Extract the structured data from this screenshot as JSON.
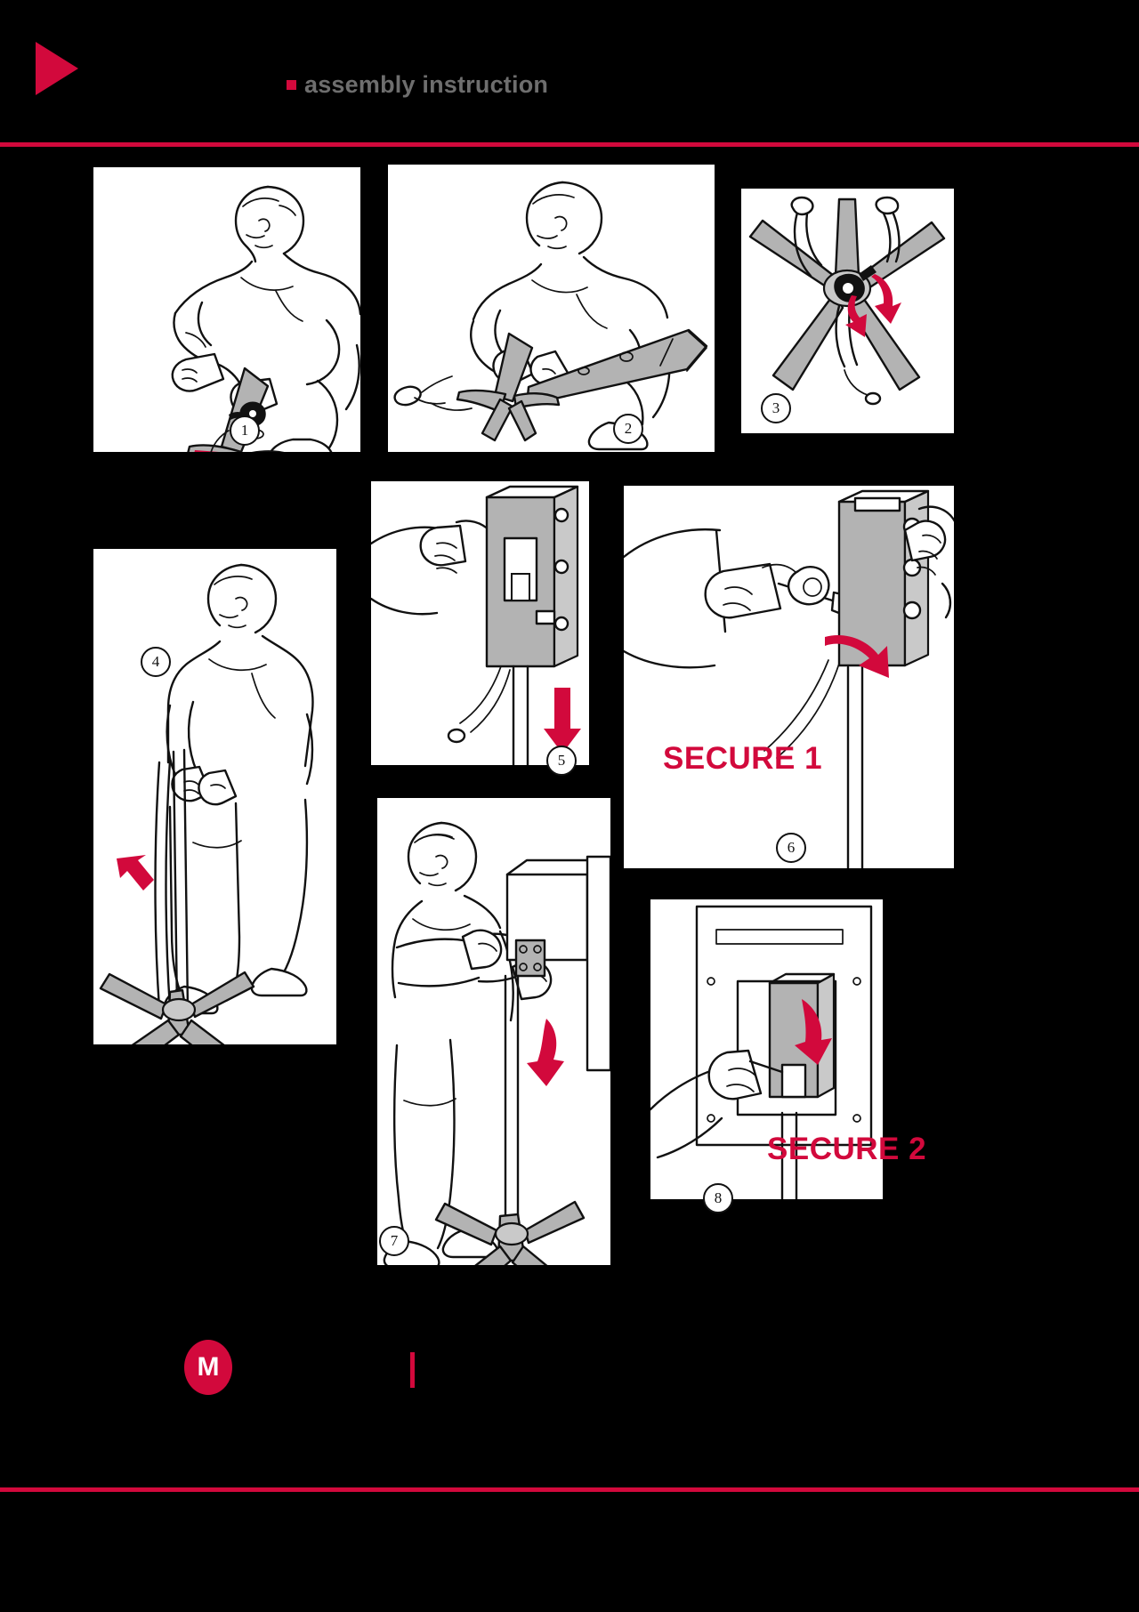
{
  "header": {
    "logo_icon": "play-triangle-icon",
    "bullet_icon": "square-bullet-icon",
    "title": "assembly instruction"
  },
  "colors": {
    "accent": "#D2093C",
    "background": "#000000",
    "panel": "#FFFFFF",
    "title_text": "#6E6E6E",
    "illustration_fill": "#B3B3B3"
  },
  "steps": [
    {
      "number": "1",
      "name": "step-1",
      "caption": ""
    },
    {
      "number": "2",
      "name": "step-2",
      "caption": ""
    },
    {
      "number": "3",
      "name": "step-3",
      "caption": ""
    },
    {
      "number": "4",
      "name": "step-4",
      "caption": ""
    },
    {
      "number": "5",
      "name": "step-5",
      "caption": ""
    },
    {
      "number": "6",
      "name": "step-6",
      "caption": "SECURE 1"
    },
    {
      "number": "7",
      "name": "step-7",
      "caption": ""
    },
    {
      "number": "8",
      "name": "step-8",
      "caption": "SECURE 2"
    }
  ],
  "captions": {
    "secure_1": "SECURE 1",
    "secure_2": "SECURE 2"
  },
  "footer": {
    "logo_letter": "M"
  }
}
